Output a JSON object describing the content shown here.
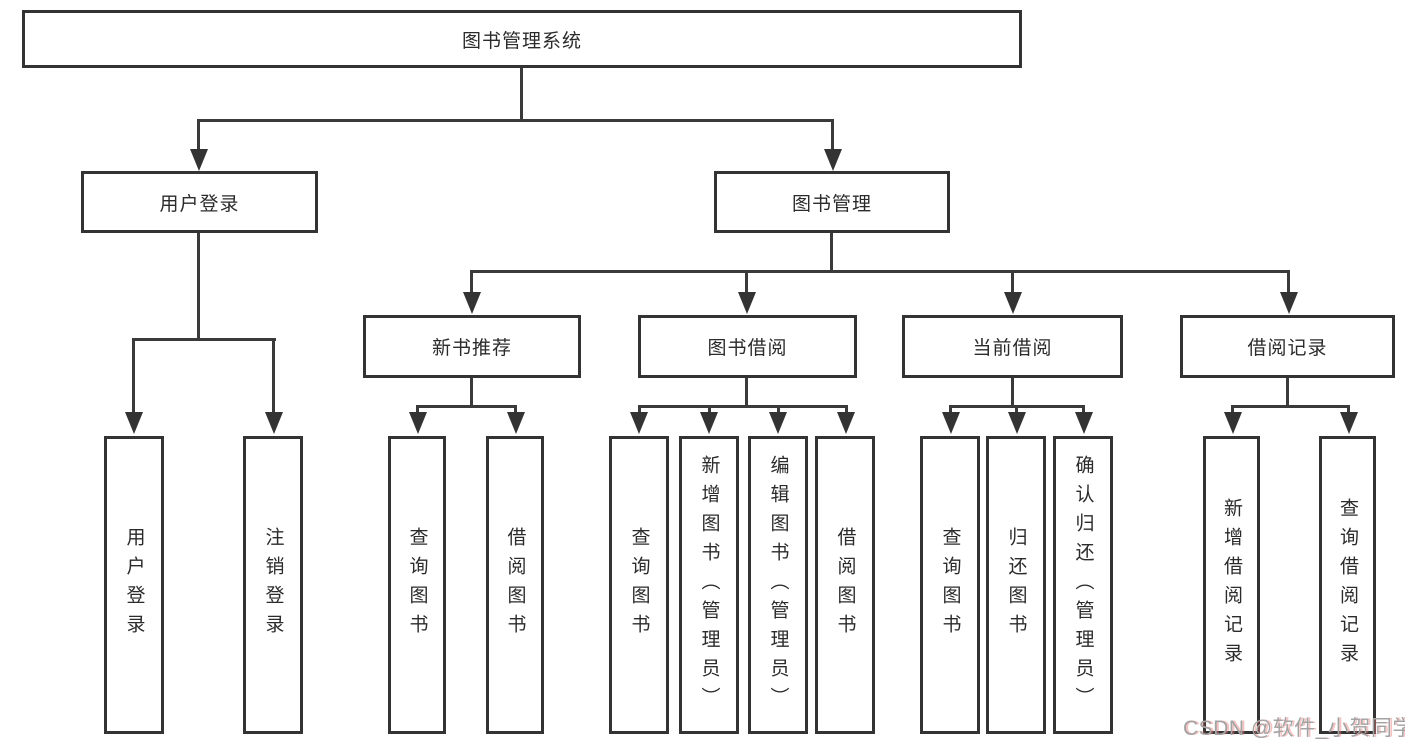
{
  "colors": {
    "line": "#3a3a3a",
    "box_border": "#333333",
    "box_fill": "#ffffff",
    "text": "#2b2b2b",
    "watermark_text": "#a3a3a3",
    "watermark_fringe": "#eb7878"
  },
  "watermark": {
    "text": "CSDN @软件_小贺同学"
  },
  "nodes": {
    "root": {
      "label": "图书管理系统"
    },
    "user_login": {
      "label": "用户登录"
    },
    "book_mgmt": {
      "label": "图书管理"
    },
    "user_children": [
      {
        "label": "用户登录"
      },
      {
        "label": "注销登录"
      }
    ],
    "new_book": {
      "label": "新书推荐"
    },
    "book_borrow": {
      "label": "图书借阅"
    },
    "current_borrow": {
      "label": "当前借阅"
    },
    "borrow_record": {
      "label": "借阅记录"
    },
    "new_book_children": [
      {
        "label": "查询图书"
      },
      {
        "label": "借阅图书"
      }
    ],
    "book_borrow_children": [
      {
        "label": "查询图书"
      },
      {
        "label": "新增图书（管理员）"
      },
      {
        "label": "编辑图书（管理员）"
      },
      {
        "label": "借阅图书"
      }
    ],
    "current_borrow_children": [
      {
        "label": "查询图书"
      },
      {
        "label": "归还图书"
      },
      {
        "label": "确认归还（管理员）"
      }
    ],
    "borrow_record_children": [
      {
        "label": "新增借阅记录"
      },
      {
        "label": "查询借阅记录"
      }
    ]
  }
}
